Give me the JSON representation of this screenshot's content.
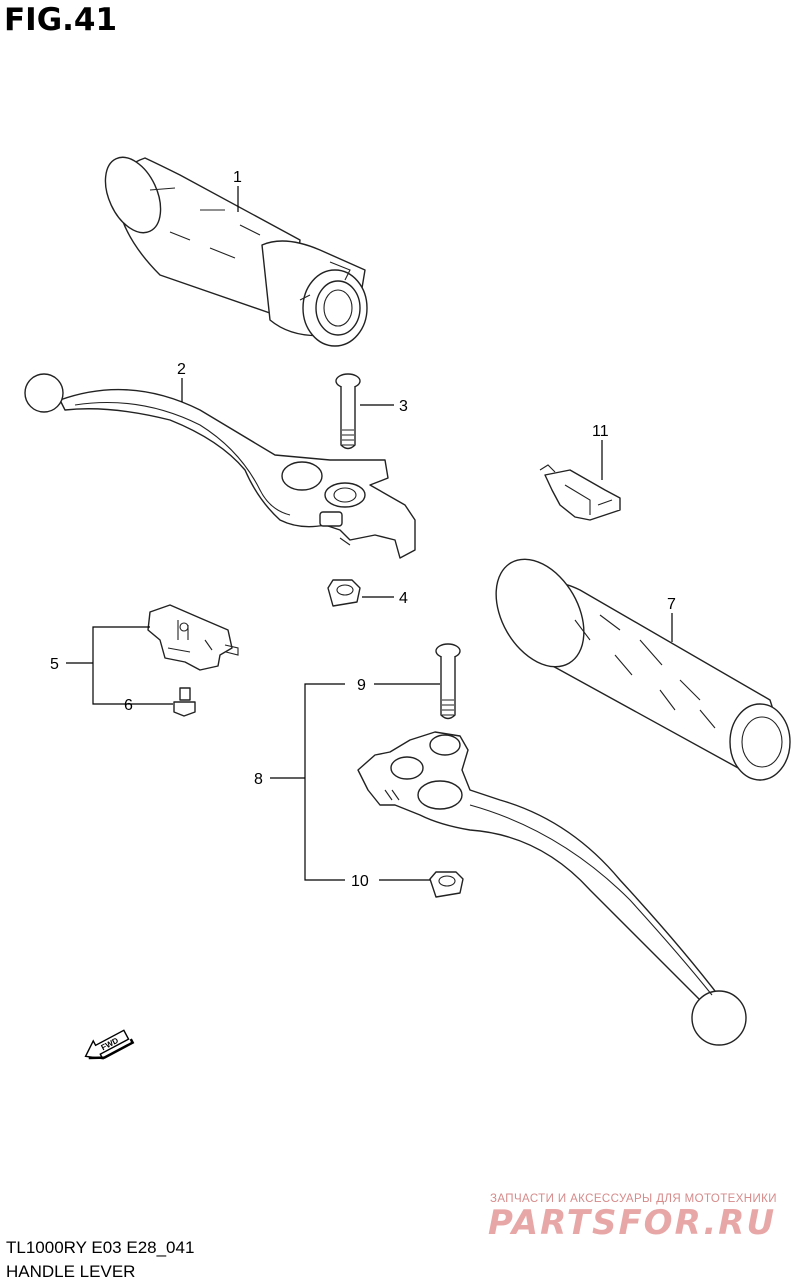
{
  "figure": {
    "title": "FIG.41"
  },
  "callouts": {
    "c1": "1",
    "c2": "2",
    "c3": "3",
    "c4": "4",
    "c5": "5",
    "c6": "6",
    "c7": "7",
    "c8": "8",
    "c9": "9",
    "c10": "10",
    "c11": "11"
  },
  "fwd_label": "FWD",
  "footer": {
    "model_code": "TL1000RY E03 E28_041",
    "section_name": "HANDLE LEVER"
  },
  "watermark": {
    "subtitle": "ЗАПЧАСТИ И АКСЕССУАРЫ ДЛЯ МОТОТЕХНИКИ",
    "logo": "PARTSFOR.RU"
  }
}
